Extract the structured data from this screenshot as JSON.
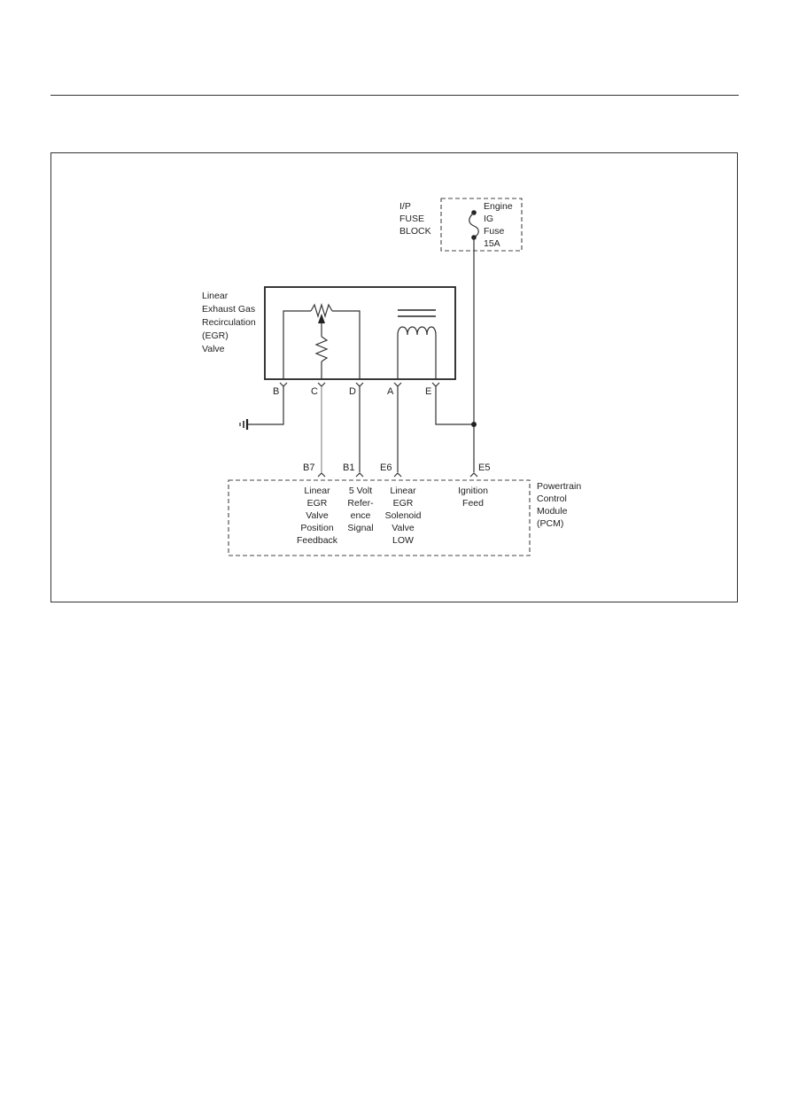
{
  "fuse_block": {
    "label_lines": [
      "I/P",
      "FUSE",
      "BLOCK"
    ],
    "fuse_lines": [
      "Engine",
      "IG",
      "Fuse",
      "15A"
    ]
  },
  "egr_valve": {
    "label_lines": [
      "Linear",
      "Exhaust Gas",
      "Recirculation",
      "(EGR)",
      "Valve"
    ],
    "pins": [
      "B",
      "C",
      "D",
      "A",
      "E"
    ]
  },
  "pcm": {
    "label_lines": [
      "Powertrain",
      "Control",
      "Module",
      "(PCM)"
    ],
    "pins": [
      "B7",
      "B1",
      "E6",
      "E5"
    ],
    "circuits": [
      [
        "Linear",
        "EGR",
        "Valve",
        "Position",
        "Feedback"
      ],
      [
        "5 Volt",
        "Refer-",
        "ence",
        "Signal"
      ],
      [
        "Linear",
        "EGR",
        "Solenoid",
        "Valve",
        "LOW"
      ],
      [
        "Ignition",
        "Feed"
      ]
    ]
  }
}
